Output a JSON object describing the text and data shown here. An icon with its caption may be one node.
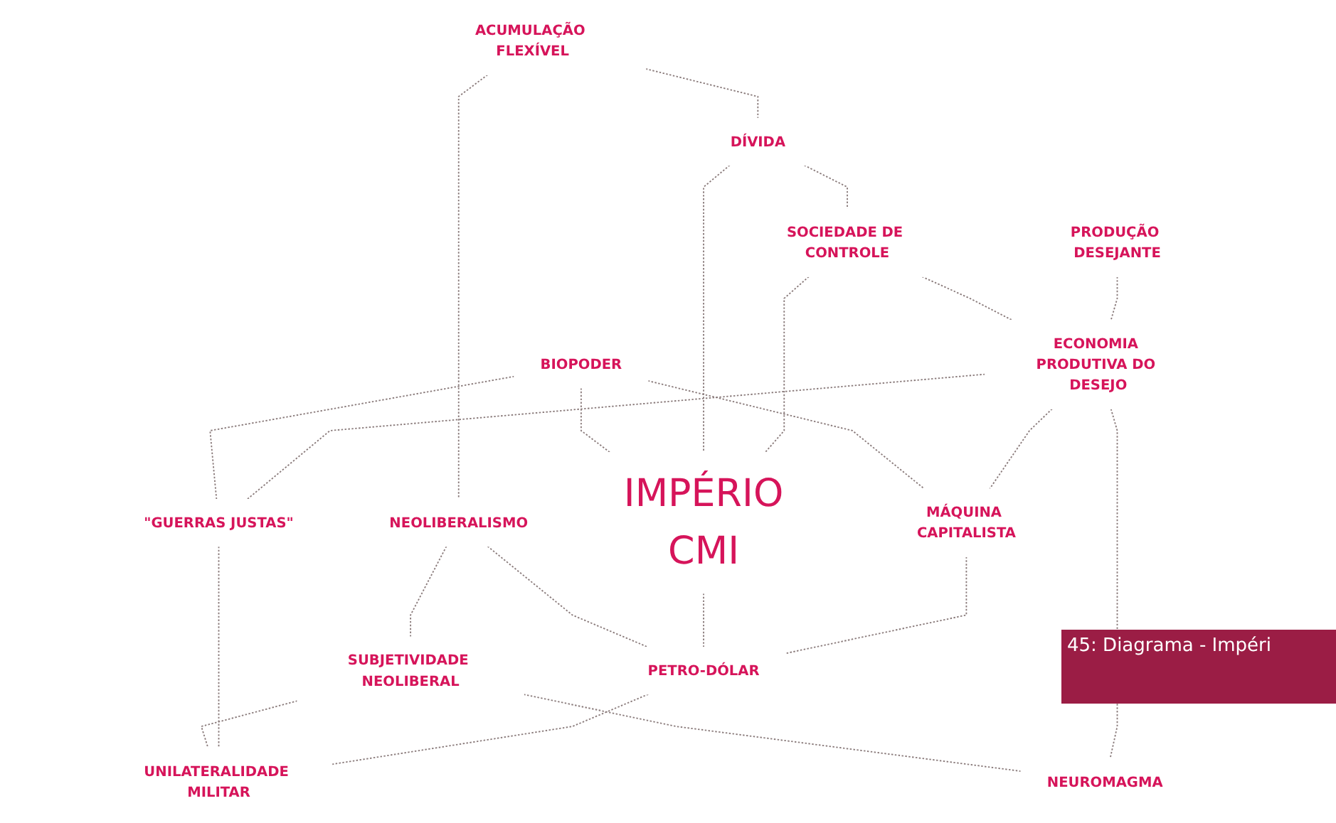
{
  "diagram": {
    "caption": "45: Diagrama - Impéri",
    "nodes": [
      {
        "text": [
          "ACUMULAÇÃO FLEXÍVEL"
        ]
      },
      {
        "text": [
          "BIOPODER"
        ]
      },
      {
        "text": [
          "NEOLIBERALISMO"
        ]
      },
      {
        "text": [
          "SUBJETIVIDADE NEOLIBERAL"
        ]
      },
      {
        "text": [
          "DÍVIDA"
        ]
      },
      {
        "text": [
          "IMPÉRIO",
          "CMI"
        ]
      },
      {
        "text": [
          "\"GUERRAS JUSTAS\""
        ]
      },
      {
        "text": [
          "UNILATERALIDADE MILITAR"
        ]
      },
      {
        "text": [
          "SOCIEDADE DE CONTROLE"
        ]
      },
      {
        "text": [
          "PRODUÇÃO DESEJANTE"
        ]
      },
      {
        "text": [
          "PETRO-DÓLAR"
        ]
      },
      {
        "text": [
          "ECONOMIA PRODUTIVA DO DESEJO"
        ]
      },
      {
        "text": [
          "NEUROMAGMA"
        ]
      },
      {
        "text": [
          "MÁQUINA CAPITALISTA"
        ]
      }
    ],
    "edges": [
      {
        "from": 0,
        "to": 2,
        "arrow": "none",
        "style": "dashed"
      },
      {
        "from": 0,
        "to": 4,
        "arrow": "none",
        "style": "dashed"
      },
      {
        "from": 2,
        "to": 3,
        "arrow": "none",
        "style": "dashed"
      },
      {
        "from": 2,
        "to": 10,
        "arrow": "none",
        "style": "dashed"
      },
      {
        "from": 1,
        "to": 5,
        "arrow": "none",
        "style": "dashed"
      },
      {
        "from": 1,
        "to": 6,
        "arrow": "none",
        "style": "dashed"
      },
      {
        "from": 1,
        "to": 13,
        "arrow": "none",
        "style": "dashed"
      },
      {
        "from": 3,
        "to": 7,
        "arrow": "none",
        "style": "dashed"
      },
      {
        "from": 3,
        "to": 12,
        "arrow": "none",
        "style": "dashed"
      },
      {
        "from": 4,
        "to": 5,
        "arrow": "none",
        "style": "dashed"
      },
      {
        "from": 4,
        "to": 8,
        "arrow": "none",
        "style": "dashed"
      },
      {
        "from": 8,
        "to": 5,
        "arrow": "none",
        "style": "dashed"
      },
      {
        "from": 8,
        "to": 11,
        "arrow": "none",
        "style": "dashed"
      },
      {
        "from": 6,
        "to": 7,
        "arrow": "none",
        "style": "dashed"
      },
      {
        "from": 5,
        "to": 10,
        "arrow": "none",
        "style": "dashed"
      },
      {
        "from": 10,
        "to": 7,
        "arrow": "none",
        "style": "dashed"
      },
      {
        "from": 9,
        "to": 11,
        "arrow": "none",
        "style": "dashed"
      },
      {
        "from": 11,
        "to": 6,
        "arrow": "none",
        "style": "dashed"
      },
      {
        "from": 11,
        "to": 12,
        "arrow": "none",
        "style": "dashed"
      },
      {
        "from": 11,
        "to": 13,
        "arrow": "none",
        "style": "dashed"
      },
      {
        "from": 13,
        "to": 10,
        "arrow": "none",
        "style": "dashed"
      }
    ]
  }
}
